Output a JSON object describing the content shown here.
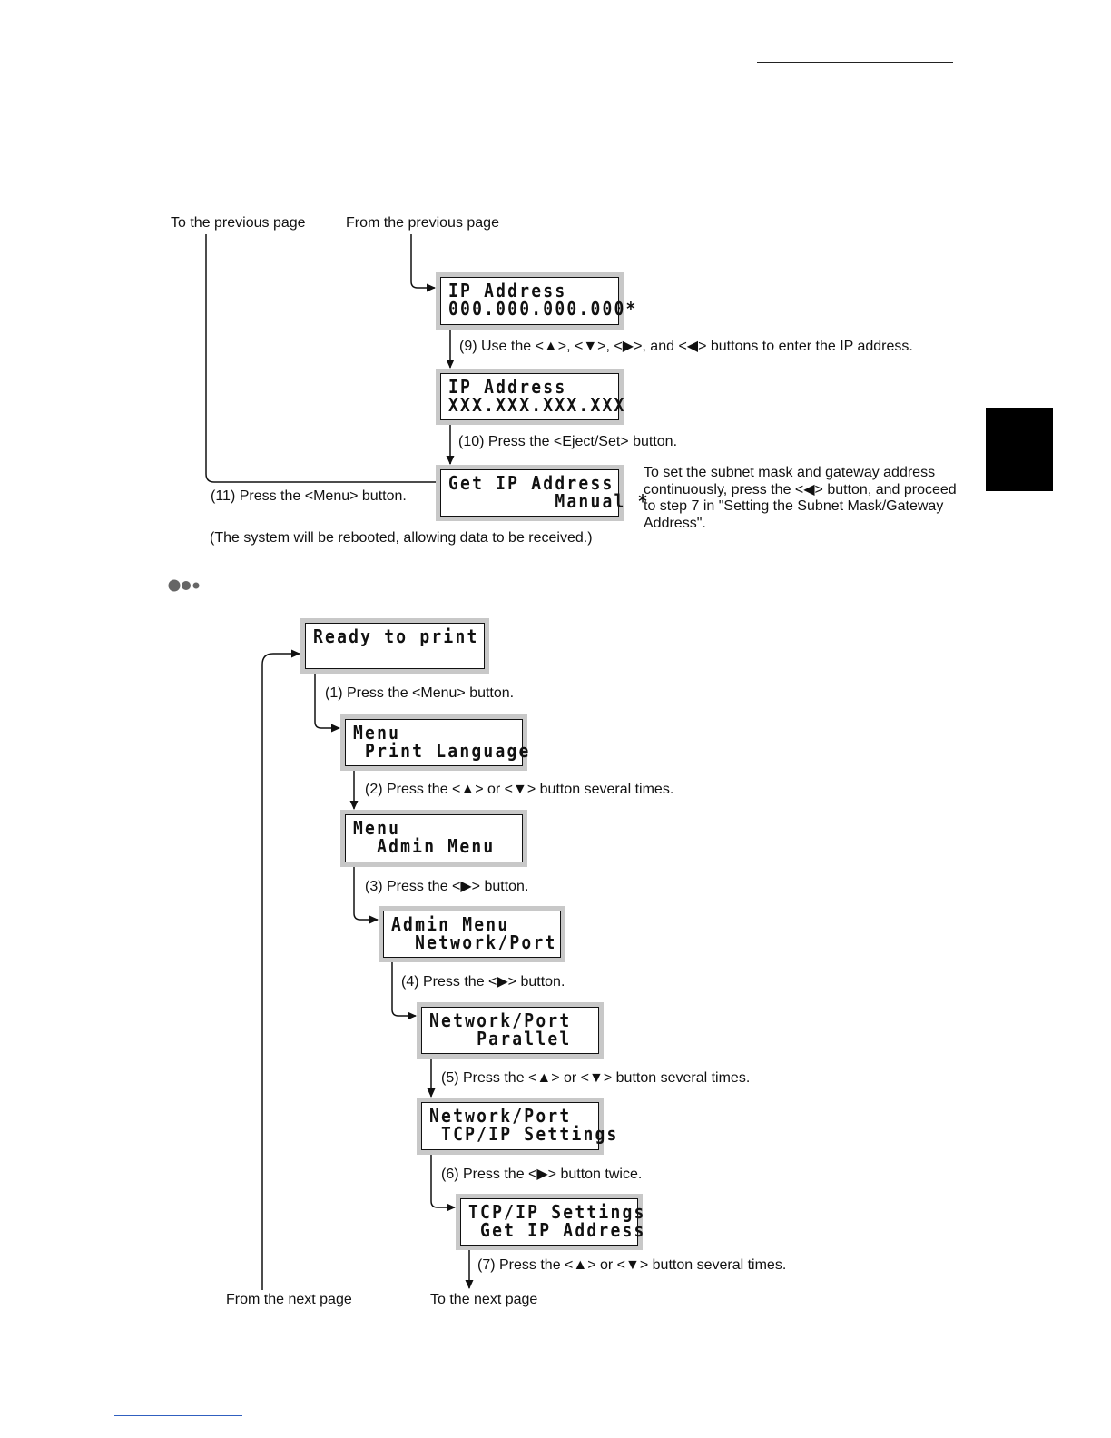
{
  "top_flow": {
    "label_to_previous": "To the previous page",
    "label_from_previous": "From the previous page",
    "screens": {
      "ip_address_default": {
        "line1": "IP Address",
        "line2": "000.000.000.000*"
      },
      "ip_address_entered": {
        "line1": "IP Address",
        "line2": "XXX.XXX.XXX.XXX"
      },
      "get_ip_manual": {
        "line1": "Get IP Address",
        "line2": "         Manual *"
      }
    },
    "step9": "(9) Use the <▲>, <▼>, <▶>, and <◀> buttons to enter the IP address.",
    "step10": "(10) Press the <Eject/Set> button.",
    "step11": "(11) Press the <Menu> button.",
    "side_note": "To set the subnet mask and gateway address continuously, press the <◀> button, and proceed to step 7 in \"Setting the Subnet Mask/Gateway Address\".",
    "reboot_note": "(The system will be rebooted, allowing data to be received.)"
  },
  "bottom_flow": {
    "screens": {
      "ready": {
        "line1": "Ready to print",
        "line2": ""
      },
      "menu_print_language": {
        "line1": "Menu",
        "line2": " Print Language"
      },
      "menu_admin": {
        "line1": "Menu",
        "line2": "  Admin Menu"
      },
      "admin_network": {
        "line1": "Admin Menu",
        "line2": "  Network/Port"
      },
      "network_parallel": {
        "line1": "Network/Port",
        "line2": "    Parallel"
      },
      "network_tcpip": {
        "line1": "Network/Port",
        "line2": " TCP/IP Settings"
      },
      "tcpip_get_ip": {
        "line1": "TCP/IP Settings",
        "line2": " Get IP Address"
      }
    },
    "steps": [
      "(1) Press the <Menu> button.",
      "(2) Press the <▲> or <▼> button several times.",
      "(3) Press the <▶> button.",
      "(4) Press the <▶> button.",
      "(5) Press the <▲> or <▼> button several times.",
      "(6) Press the <▶> button twice.",
      "(7) Press the <▲> or <▼> button several times."
    ],
    "label_from_next": "From the next page",
    "label_to_next": "To the next page"
  },
  "colors": {
    "lcd_frame": "#c8c8c8",
    "section_tab": "#000000",
    "footer_rule": "#3060c0"
  },
  "icons": {
    "section_marker": "three-dots-icon"
  }
}
